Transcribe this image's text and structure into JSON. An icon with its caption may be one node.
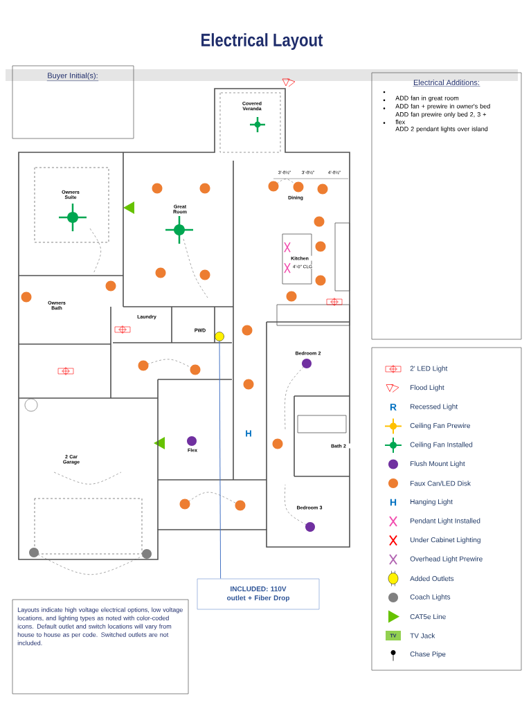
{
  "diagram": {
    "title": "Electrical Layout",
    "nodes": [
      {
        "text": [
          "INCLUDED: 110V outlet + Fiber Drop"
        ]
      },
      {
        "text": [],
        "shape": "circle"
      }
    ],
    "edges": [
      {
        "from": 0,
        "to": 1,
        "arrow": "none",
        "color": "#4472c4"
      }
    ],
    "labels": [
      "Buyer Initial(s):",
      "Electrical Additions:",
      "ADD fan in great room",
      "ADD fan + prewire in owner's bed",
      "ADD fan prewire only bed 2, 3 + flex",
      "ADD 2 pendant lights over island",
      "Covered Veranda",
      "Owners Suite",
      "Great Room",
      "3'-8½\"",
      "3'-8½\"",
      "4'-8½\"",
      "Dining",
      "Kitchen",
      "4'-0\" CLG",
      "Owners Bath",
      "Laundry",
      "PWD",
      "Bedroom 2",
      "Flex",
      "H",
      "Bath 2",
      "2 Car Garage",
      "Bedroom 3",
      "R",
      "H",
      "TV",
      "Layouts indicate high voltage electrical options, low voltage locations, and lighting types as noted with color-coded icons. Default outlet and switch locations will vary from house to house as per code. Switched outlets are not included."
    ],
    "legend": [
      {
        "text": "2' LED Light"
      },
      {
        "text": "Flood Light"
      },
      {
        "text": "Recessed Light"
      },
      {
        "text": "Ceiling Fan Prewire"
      },
      {
        "text": "Ceiling Fan Installed"
      },
      {
        "text": "Flush Mount Light",
        "color": "#7030a0"
      },
      {
        "text": "Faux Can/LED Disk",
        "color": "#ed7d31"
      },
      {
        "text": "Hanging Light"
      },
      {
        "text": "Pendant Light Installed"
      },
      {
        "text": "Under Cabinet Lighting"
      },
      {
        "text": "Overhead Light Prewire"
      },
      {
        "text": "Added Outlets"
      },
      {
        "text": "Coach Lights",
        "color": "#808080"
      },
      {
        "text": "CAT5e Line"
      },
      {
        "text": "TV Jack"
      },
      {
        "text": "Chase Pipe"
      }
    ]
  }
}
